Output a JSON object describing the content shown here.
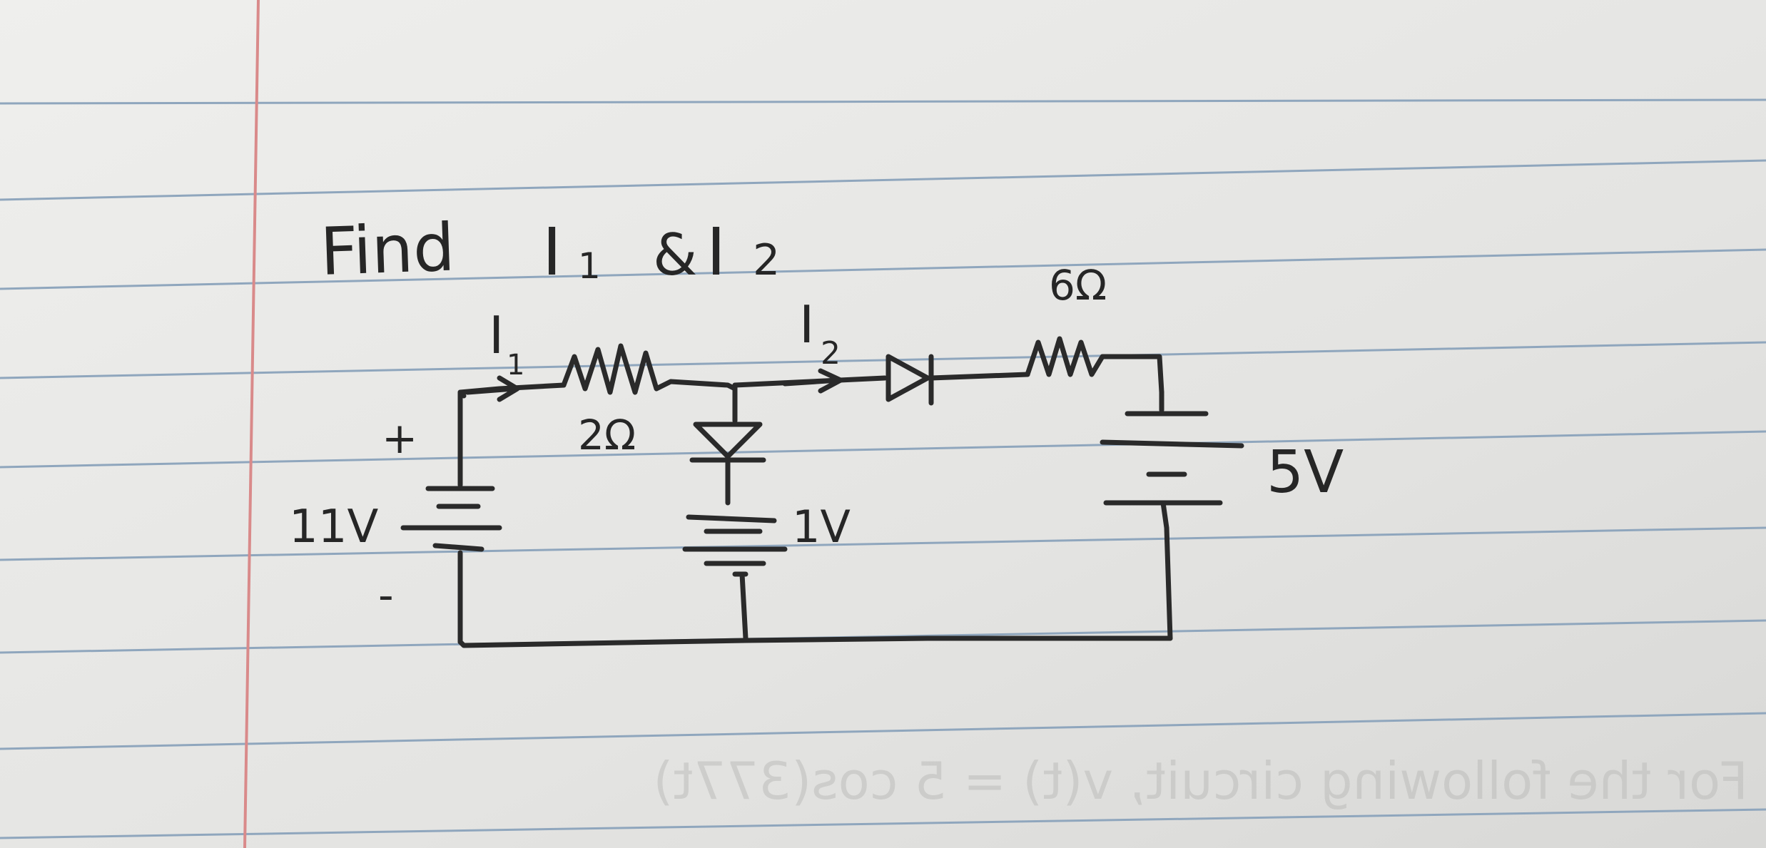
{
  "problem": {
    "prompt": "Find",
    "current_1": "I",
    "current_1_sub": "1",
    "conjunction": "&",
    "current_2": "I",
    "current_2_sub": "2"
  },
  "circuit": {
    "source_left": {
      "voltage": "11V",
      "plus": "+",
      "minus": "-"
    },
    "resistor_left": "2Ω",
    "current_arrow_1": {
      "label": "I",
      "sub": "1"
    },
    "current_arrow_2": {
      "label": "I",
      "sub": "2"
    },
    "resistor_right": "6Ω",
    "source_middle": "1V",
    "source_right": "5V"
  },
  "bleed_through_text": "For the following circuit, v(t) = 5 cos(377t)",
  "colors": {
    "paper": "#e6e6e4",
    "rule_line": "#8fa6bd",
    "margin_line": "#d98a8a",
    "ink": "#2a2a2a"
  }
}
